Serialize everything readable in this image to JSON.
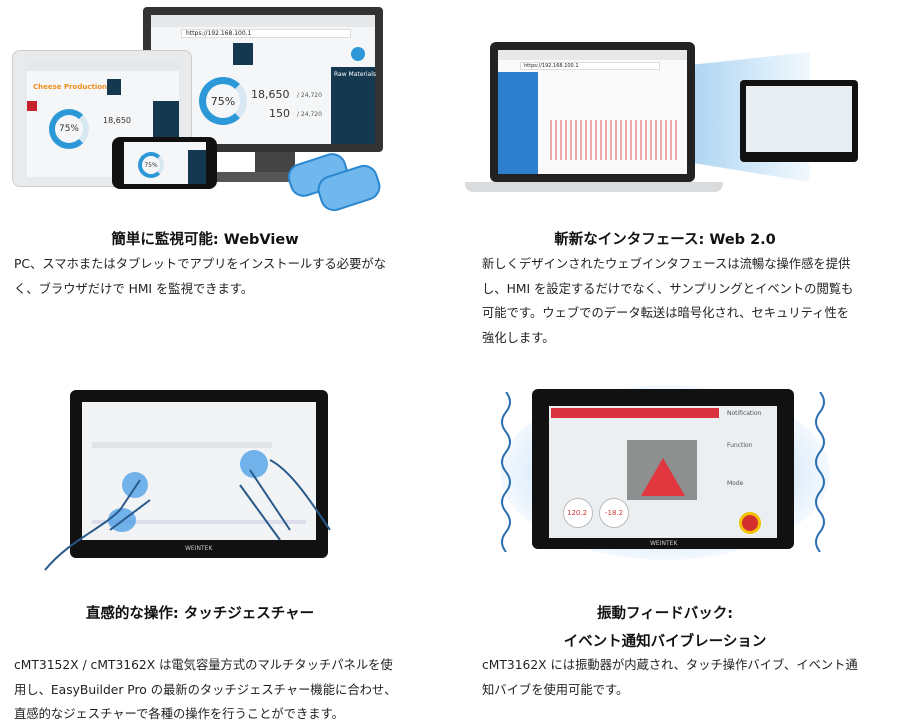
{
  "features": [
    {
      "title": "簡単に監視可能: WebView",
      "lines": [
        "PC、スマホまたはタブレットでアプリをインストールする必要がな",
        "く、ブラウザだけで HMI を監視できます。"
      ],
      "image": {
        "url_bar": "https://192.168.100.1",
        "app_title": "Cheese Production",
        "percent": "75%",
        "count1": "18,650",
        "total1": "/ 24,720",
        "count2": "150",
        "total2": "/ 24,720",
        "side_title": "Raw Materials"
      }
    },
    {
      "title": "斬新なインタフェース: Web 2.0",
      "lines": [
        "新しくデザインされたウェブインタフェースは流暢な操作感を提供",
        "し、HMI を設定するだけでなく、サンプリングとイベントの閲覧も",
        "可能です。ウェブでのデータ転送は暗号化され、セキュリティ性を",
        "強化します。"
      ],
      "image": {
        "url_bar": "https://192.168.100.1"
      }
    },
    {
      "title": "直感的な操作: タッチジェスチャー",
      "lines": [
        "cMT3152X / cMT3162X は電気容量方式のマルチタッチパネルを使",
        "用し、EasyBuilder Pro の最新のタッチジェスチャー機能に合わせ、",
        "直感的なジェスチャーで各種の操作を行うことができます。"
      ],
      "image": {
        "brand": "WEINTEK"
      }
    },
    {
      "title_lines": [
        "振動フィードバック:",
        "イベント通知バイブレーション"
      ],
      "lines": [
        "cMT3162X には振動器が内蔵され、タッチ操作バイブ、イベント通",
        "知バイブを使用可能です。"
      ],
      "image": {
        "notification": "Notification",
        "function": "Function",
        "mode": "Mode",
        "gauge1": "120.2",
        "gauge2": "-18.2",
        "brand": "WEINTEK"
      }
    }
  ],
  "colors": {
    "accent": "#2c98d8",
    "navy": "#14384f",
    "alarm": "#d9333f"
  }
}
